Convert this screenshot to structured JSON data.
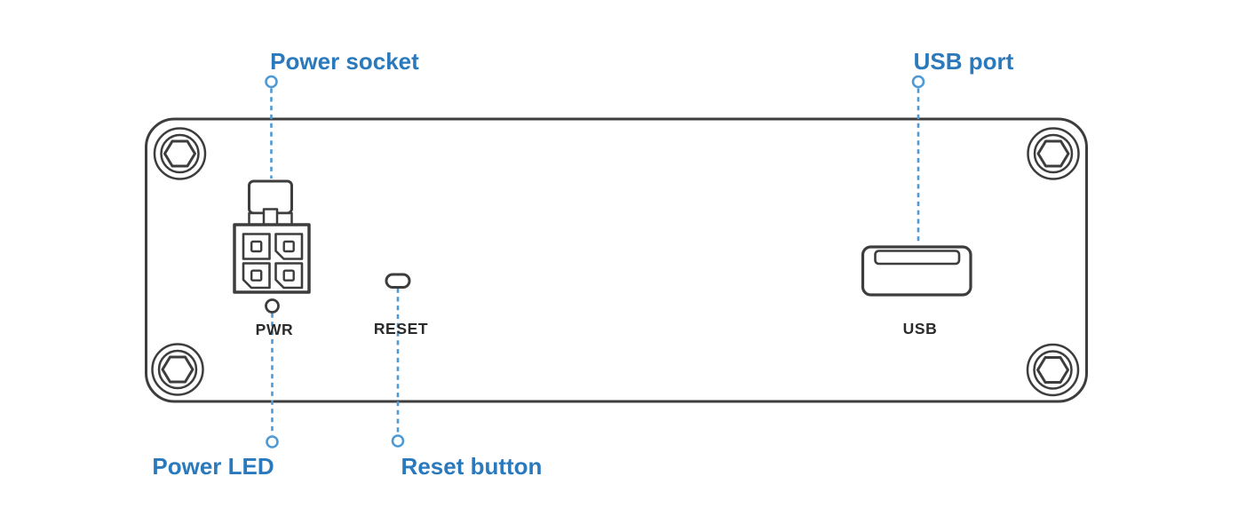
{
  "colors": {
    "callout_text": "#2a79bc",
    "leader_line": "#4f9ad4",
    "outline": "#3d3d3d",
    "panel_label_text": "#2b2b2b",
    "background": "#ffffff"
  },
  "callouts": {
    "power_socket": {
      "label": "Power socket"
    },
    "usb_port": {
      "label": "USB port"
    },
    "power_led": {
      "label": "Power LED"
    },
    "reset_button": {
      "label": "Reset button"
    }
  },
  "panel_labels": {
    "pwr": "PWR",
    "reset": "RESET",
    "usb": "USB"
  }
}
